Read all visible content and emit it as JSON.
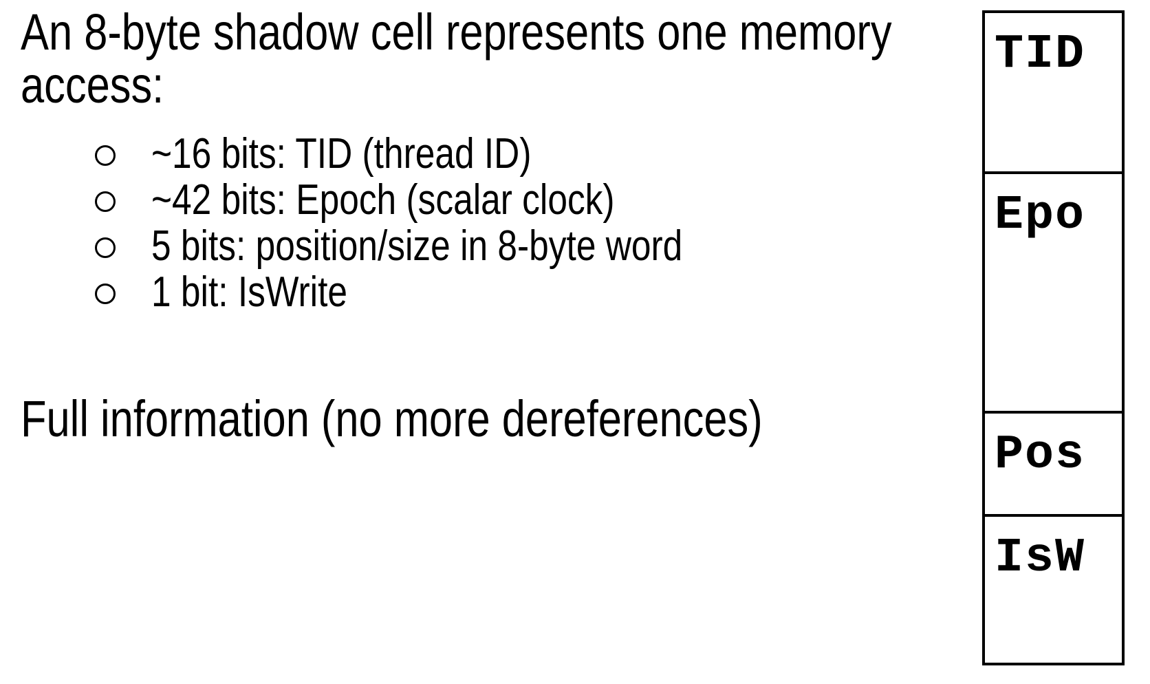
{
  "intro": {
    "lines": [
      "An 8-byte shadow cell represents one memory",
      "access:"
    ]
  },
  "bullets": [
    "~16 bits: TID (thread ID)",
    "~42 bits: Epoch (scalar clock)",
    "5 bits: position/size in 8-byte word",
    "1 bit: IsWrite"
  ],
  "footer": "Full information (no more dereferences)",
  "diagram": {
    "cells": [
      {
        "label": "TID"
      },
      {
        "label": "Epo"
      },
      {
        "label": "Pos"
      },
      {
        "label": "IsW"
      }
    ]
  },
  "colors": {
    "text": "#000000",
    "background": "#ffffff",
    "border": "#000000"
  }
}
